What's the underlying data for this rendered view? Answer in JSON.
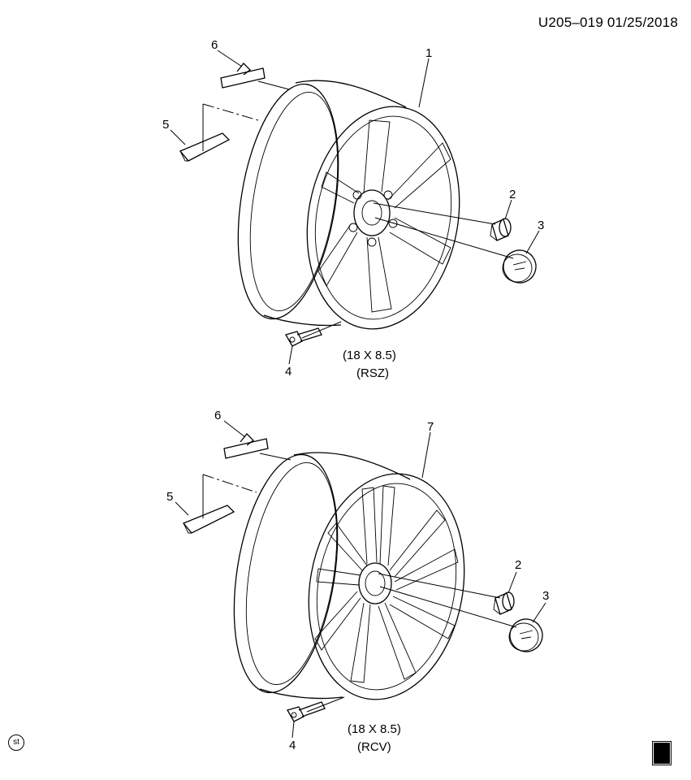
{
  "header": {
    "ref": "U205–019 01/25/2018"
  },
  "top_assembly": {
    "callouts": {
      "wheel": "1",
      "nut": "2",
      "cap": "3",
      "sensor": "4",
      "weight_tape": "5",
      "weight_clip": "6"
    },
    "spec_size": "(18 X 8.5)",
    "spec_code": "(RSZ)"
  },
  "bottom_assembly": {
    "callouts": {
      "wheel": "7",
      "nut": "2",
      "cap": "3",
      "sensor": "4",
      "weight_tape": "5",
      "weight_clip": "6"
    },
    "spec_size": "(18 X 8.5)",
    "spec_code": "(RCV)"
  },
  "footer": {
    "st_badge": "st",
    "logo": "gm-logo"
  }
}
